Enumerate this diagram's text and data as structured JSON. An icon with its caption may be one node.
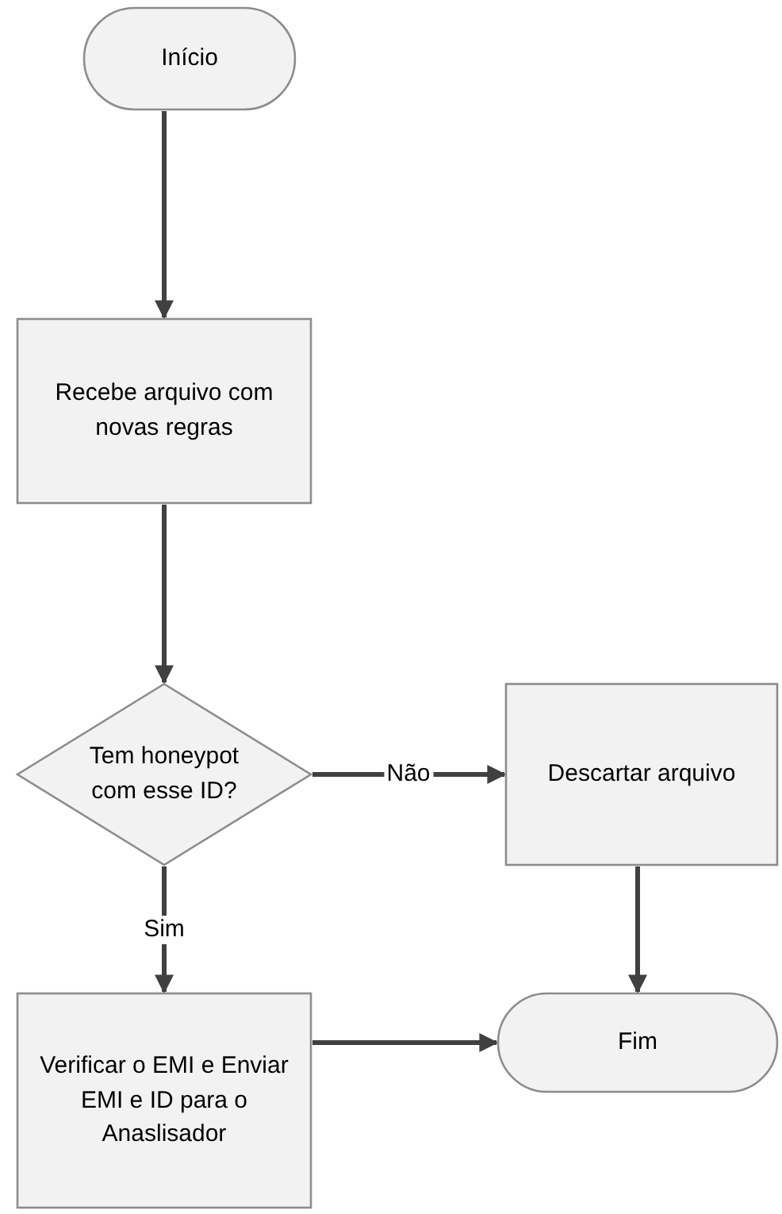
{
  "diagram": {
    "nodes": [
      {
        "text": [
          "Início"
        ]
      },
      {
        "text": [
          "Recebe arquivo com novas regras"
        ]
      },
      {
        "text": [
          "Tem honeypot com esse ID?"
        ]
      },
      {
        "text": [
          "Descartar arquivo"
        ]
      },
      {
        "text": [
          "Verificar o EMI e Enviar EMI e ID para o Anaslisador"
        ]
      },
      {
        "text": [
          "Fim"
        ]
      }
    ],
    "edges": [
      {
        "from": 0,
        "to": 1,
        "arrow": "to"
      },
      {
        "from": 1,
        "to": 2,
        "arrow": "to"
      },
      {
        "from": 2,
        "to": 3,
        "arrow": "to",
        "label": "Não"
      },
      {
        "from": 2,
        "to": 4,
        "arrow": "to",
        "label": "Sim"
      },
      {
        "from": 3,
        "to": 5,
        "arrow": "to"
      },
      {
        "from": 4,
        "to": 5,
        "arrow": "to"
      }
    ]
  }
}
